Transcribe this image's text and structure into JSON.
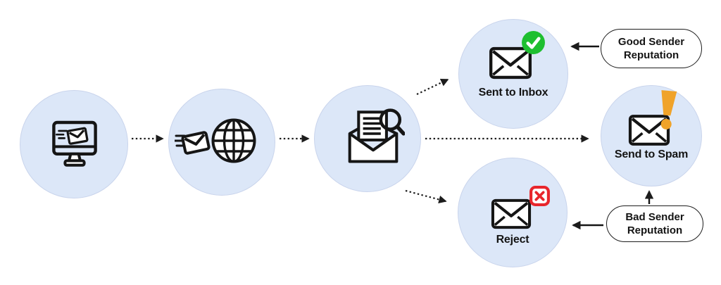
{
  "colors": {
    "circle_fill": "#dce7f8",
    "circle_border": "#c9d4ec",
    "success_green": "#1ebf30",
    "warning_orange": "#f0a32a",
    "danger_red": "#e8262c",
    "text": "#141414",
    "arrow": "#1c1c1c"
  },
  "nodes": [
    {
      "name": "sender-computer",
      "icon": "computer-sending-email-icon"
    },
    {
      "name": "email-over-internet",
      "icon": "email-to-globe-icon"
    },
    {
      "name": "email-inspection",
      "icon": "open-email-magnifier-icon"
    },
    {
      "name": "sent-to-inbox",
      "icon": "email-check-icon",
      "label": "Sent to Inbox"
    },
    {
      "name": "send-to-spam",
      "icon": "email-warning-icon",
      "label": "Send to Spam"
    },
    {
      "name": "reject",
      "icon": "email-rejected-icon",
      "label": "Reject"
    }
  ],
  "callouts": [
    {
      "name": "good-sender-reputation",
      "label": "Good Sender Reputation"
    },
    {
      "name": "bad-sender-reputation",
      "label": "Bad Sender Reputation"
    }
  ]
}
